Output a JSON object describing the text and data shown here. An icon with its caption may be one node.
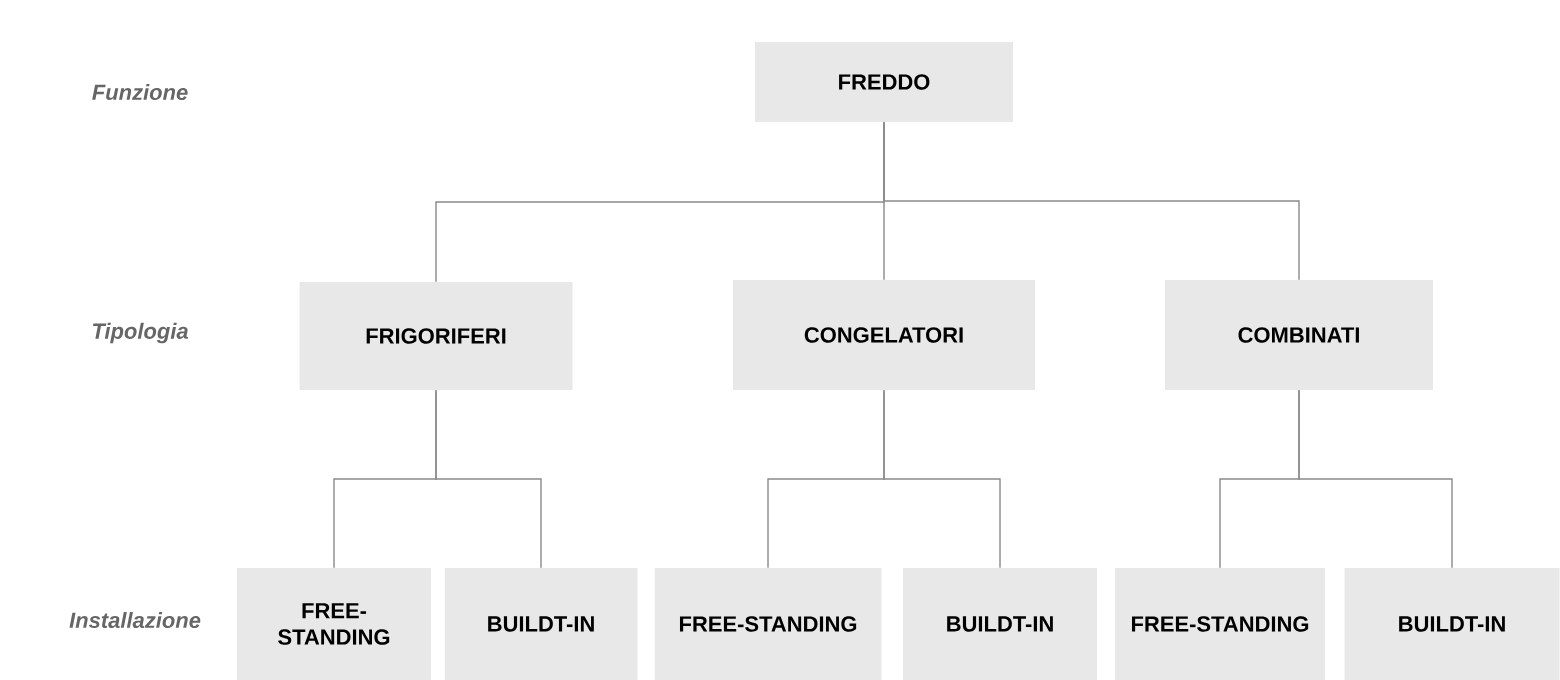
{
  "diagram": {
    "nodes": [
      {
        "text": [
          "FREDDO"
        ]
      },
      {
        "text": [
          "FRIGORIFERI"
        ]
      },
      {
        "text": [
          "CONGELATORI"
        ]
      },
      {
        "text": [
          "COMBINATI"
        ]
      },
      {
        "text": [
          "FREE-STANDING"
        ]
      },
      {
        "text": [
          "BUILDT-IN"
        ]
      },
      {
        "text": [
          "FREE-STANDING"
        ]
      },
      {
        "text": [
          "BUILDT-IN"
        ]
      },
      {
        "text": [
          "FREE-STANDING"
        ]
      },
      {
        "text": [
          "BUILDT-IN"
        ]
      }
    ],
    "edges": [
      {
        "from": 0,
        "to": 1,
        "arrow": "none"
      },
      {
        "from": 0,
        "to": 2,
        "arrow": "none"
      },
      {
        "from": 0,
        "to": 3,
        "arrow": "none"
      },
      {
        "from": 1,
        "to": 4,
        "arrow": "none"
      },
      {
        "from": 1,
        "to": 5,
        "arrow": "none"
      },
      {
        "from": 2,
        "to": 6,
        "arrow": "none"
      },
      {
        "from": 2,
        "to": 7,
        "arrow": "none"
      },
      {
        "from": 3,
        "to": 8,
        "arrow": "none"
      },
      {
        "from": 3,
        "to": 9,
        "arrow": "none"
      }
    ],
    "labels": [
      "Funzione",
      "Tipologia",
      "Installazione"
    ]
  }
}
